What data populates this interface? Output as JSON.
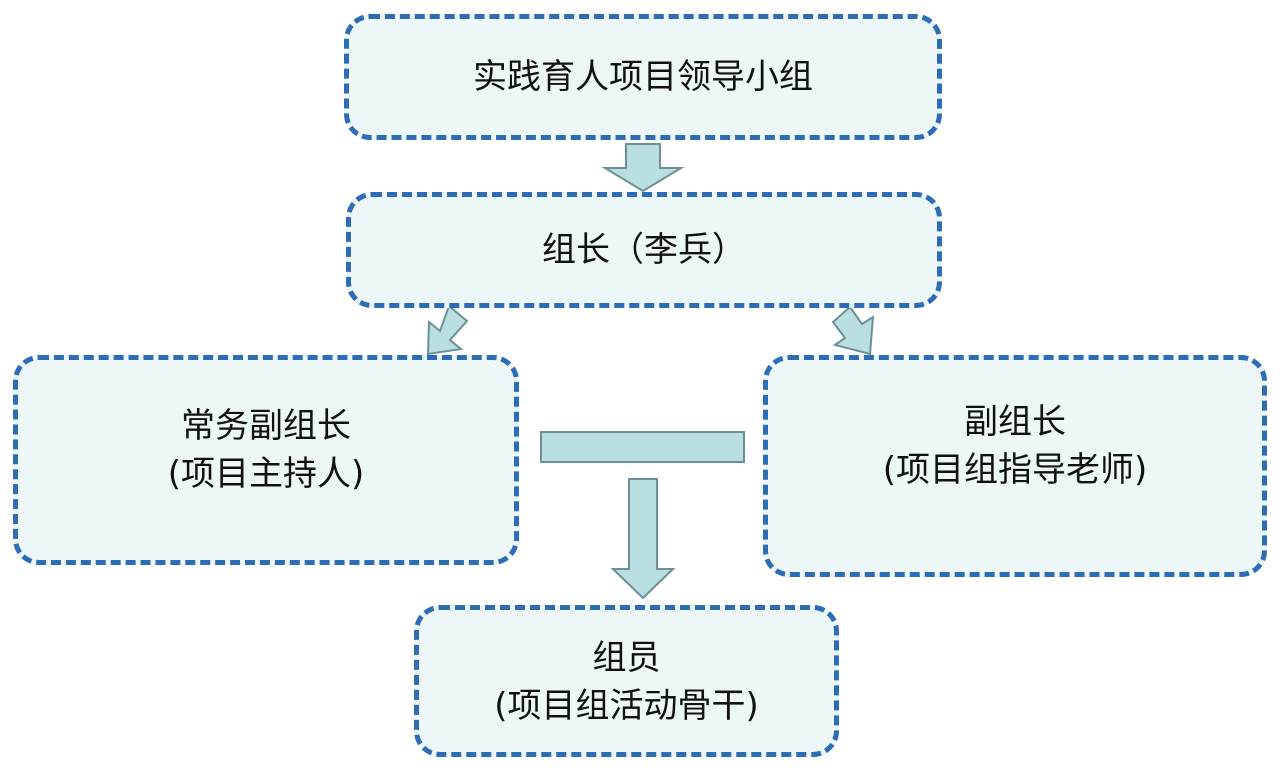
{
  "diagram": {
    "leadership_group": {
      "line1": "实践育人项目领导小组"
    },
    "leader": {
      "line1": "组长（李兵）"
    },
    "executive_deputy": {
      "line1": "常务副组长",
      "line2": "(项目主持人)"
    },
    "deputy": {
      "line1": "副组长",
      "line2": "(项目组指导老师)"
    },
    "members": {
      "line1": "组员",
      "line2": "(项目组活动骨干)"
    }
  },
  "colors": {
    "box_fill": "#eef7f7",
    "box_border": "#2e6db5",
    "arrow_fill": "#b9dfe0",
    "arrow_stroke": "#6f8f96"
  }
}
